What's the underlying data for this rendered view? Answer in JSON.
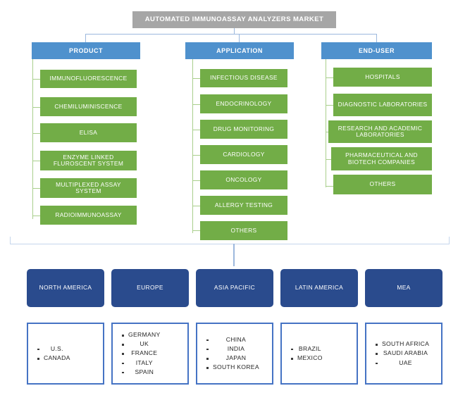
{
  "diagram": {
    "title": "AUTOMATED IMMUNOASSAY ANALYZERS MARKET",
    "colors": {
      "title_bg": "#a6a6a6",
      "category_bg": "#4f91cd",
      "leaf_bg": "#72ad47",
      "region_bg": "#2a4b8d",
      "country_border": "#4573c4",
      "connector_blue": "#9cb8dd",
      "connector_green": "#a9cf8c"
    },
    "categories": [
      {
        "id": "product",
        "label": "PRODUCT",
        "items": [
          "IMMUNOFLUORESCENCE",
          "CHEMILUMINISCENCE",
          "ELISA",
          "ENZYME LINKED FLUROSCENT SYSTEM",
          "MULTIPLEXED ASSAY SYSTEM",
          "RADIOIMMUNOASSAY"
        ]
      },
      {
        "id": "application",
        "label": "APPLICATION",
        "items": [
          "INFECTIOUS DISEASE",
          "ENDOCRINOLOGY",
          "DRUG MONITORING",
          "CARDIOLOGY",
          "ONCOLOGY",
          "ALLERGY TESTING",
          "OTHERS"
        ]
      },
      {
        "id": "end-user",
        "label": "END-USER",
        "items": [
          "HOSPITALS",
          "DIAGNOSTIC LABORATORIES",
          "RESEARCH AND ACADEMIC LABORATORIES",
          "PHARMACEUTICAL AND BIOTECH COMPANIES",
          "OTHERS"
        ]
      }
    ],
    "regions": [
      {
        "id": "north-america",
        "label": "NORTH AMERICA",
        "countries": [
          "U.S.",
          "CANADA"
        ]
      },
      {
        "id": "europe",
        "label": "EUROPE",
        "countries": [
          "GERMANY",
          "UK",
          "FRANCE",
          "ITALY",
          "SPAIN"
        ]
      },
      {
        "id": "asia-pacific",
        "label": "ASIA PACIFIC",
        "countries": [
          "CHINA",
          "INDIA",
          "JAPAN",
          "SOUTH KOREA"
        ]
      },
      {
        "id": "latin-america",
        "label": "LATIN AMERICA",
        "countries": [
          "BRAZIL",
          "MEXICO"
        ]
      },
      {
        "id": "mea",
        "label": "MEA",
        "countries": [
          "SOUTH AFRICA",
          "SAUDI ARABIA",
          "UAE"
        ]
      }
    ]
  }
}
